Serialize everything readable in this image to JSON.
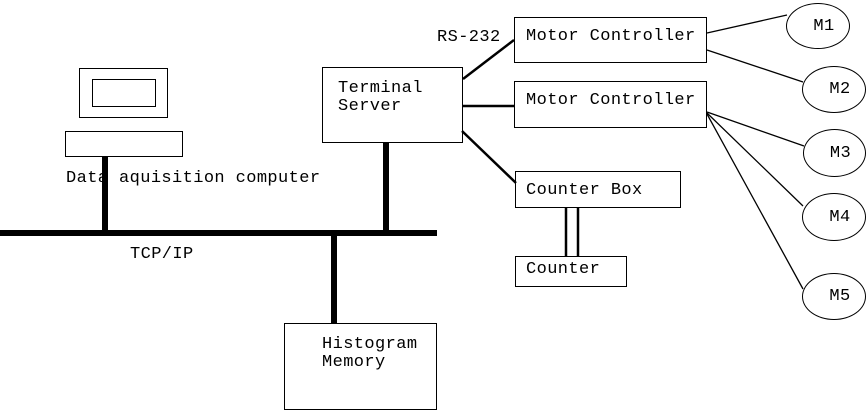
{
  "diagram": {
    "background_color": "#ffffff",
    "line_color": "#000000",
    "labels": {
      "data_acquisition_computer": "Data aquisition computer",
      "tcp_ip": "TCP/IP",
      "rs232": "RS-232",
      "terminal_server": "Terminal Server",
      "motor_controller_1": "Motor Controller",
      "motor_controller_2": "Motor Controller",
      "counter_box": "Counter Box",
      "counter": "Counter",
      "histogram_memory": "Histogram Memory",
      "motors": [
        "M1",
        "M2",
        "M3",
        "M4",
        "M5"
      ]
    },
    "connections": [
      "data-acquisition-computer -> tcp-ip-bus (thick line)",
      "terminal-server -> tcp-ip-bus (thick line)",
      "tcp-ip-bus -> histogram-memory (thick line)",
      "terminal-server -> motor-controller-1 (labeled RS-232)",
      "terminal-server -> motor-controller-2",
      "terminal-server -> counter-box",
      "counter-box -> counter (double line)",
      "motor-controller-1 -> M1",
      "motor-controller-1 -> M2",
      "motor-controller-2 -> M3",
      "motor-controller-2 -> M4",
      "motor-controller-2 -> M5"
    ]
  }
}
